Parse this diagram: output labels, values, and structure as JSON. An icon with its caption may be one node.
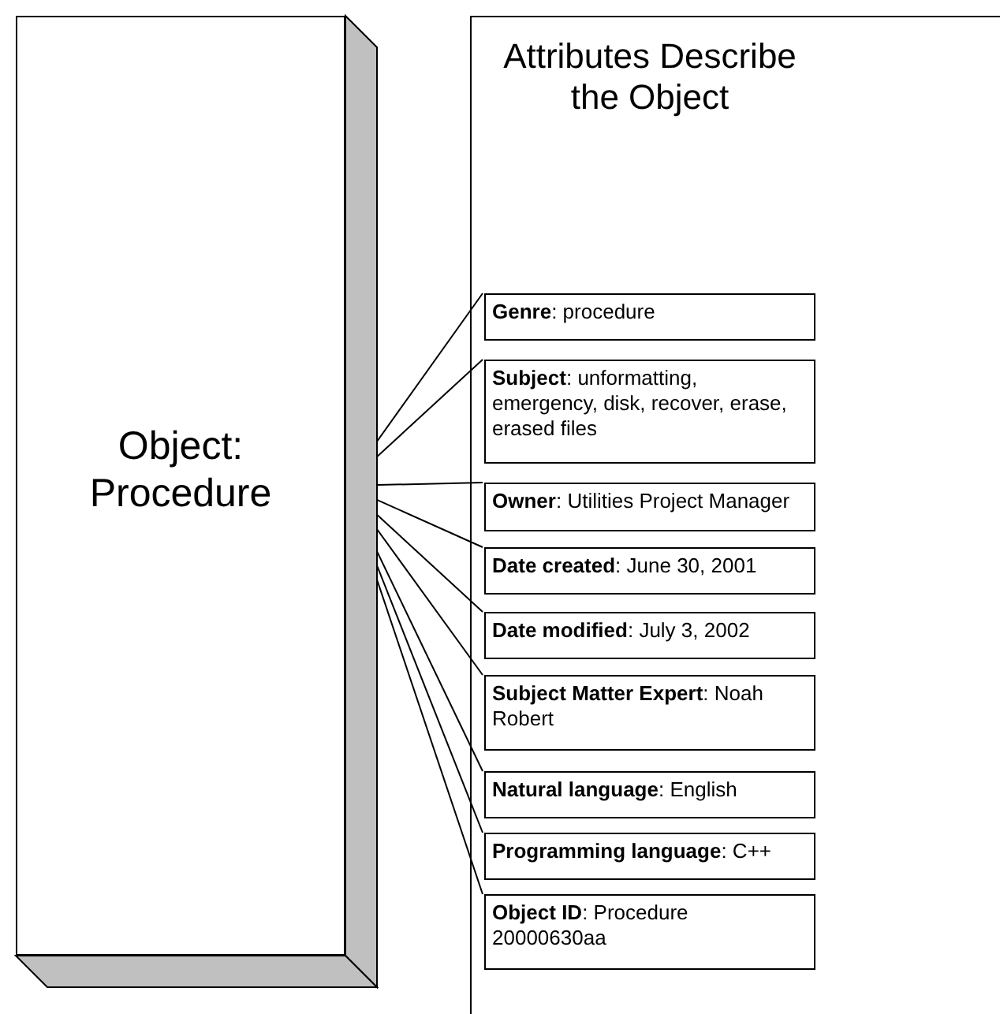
{
  "diagram": {
    "nodes": [
      {
        "text": [
          "Object: Procedure"
        ]
      },
      {
        "text": [
          "Attributes Describe the Object"
        ]
      },
      {
        "text": [
          "**Genre**: procedure"
        ],
        "in": 1
      },
      {
        "text": [
          "**Subject**: unformatting, emergency, disk, recover, erase, erased files"
        ],
        "in": 1
      },
      {
        "text": [
          "**Owner**: Utilities Project Manager"
        ],
        "in": 1
      },
      {
        "text": [
          "**Date created**: June 30, 2001"
        ],
        "in": 1
      },
      {
        "text": [
          "**Date modified**: July 3, 2002"
        ],
        "in": 1
      },
      {
        "text": [
          "**Subject Matter Expert**: Noah Robert"
        ],
        "in": 1
      },
      {
        "text": [
          "**Natural language**: English"
        ],
        "in": 1
      },
      {
        "text": [
          "**Programming language**: C++"
        ],
        "in": 1
      },
      {
        "text": [
          "**Object ID**: Procedure 20000630aa"
        ],
        "in": 1
      }
    ],
    "edges": [
      {
        "from": 0,
        "to": 2,
        "arrow": "none"
      },
      {
        "from": 0,
        "to": 3,
        "arrow": "none"
      },
      {
        "from": 0,
        "to": 4,
        "arrow": "none"
      },
      {
        "from": 0,
        "to": 5,
        "arrow": "none"
      },
      {
        "from": 0,
        "to": 6,
        "arrow": "none"
      },
      {
        "from": 0,
        "to": 7,
        "arrow": "none"
      },
      {
        "from": 0,
        "to": 8,
        "arrow": "none"
      },
      {
        "from": 0,
        "to": 9,
        "arrow": "none"
      },
      {
        "from": 0,
        "to": 10,
        "arrow": "none"
      }
    ]
  }
}
